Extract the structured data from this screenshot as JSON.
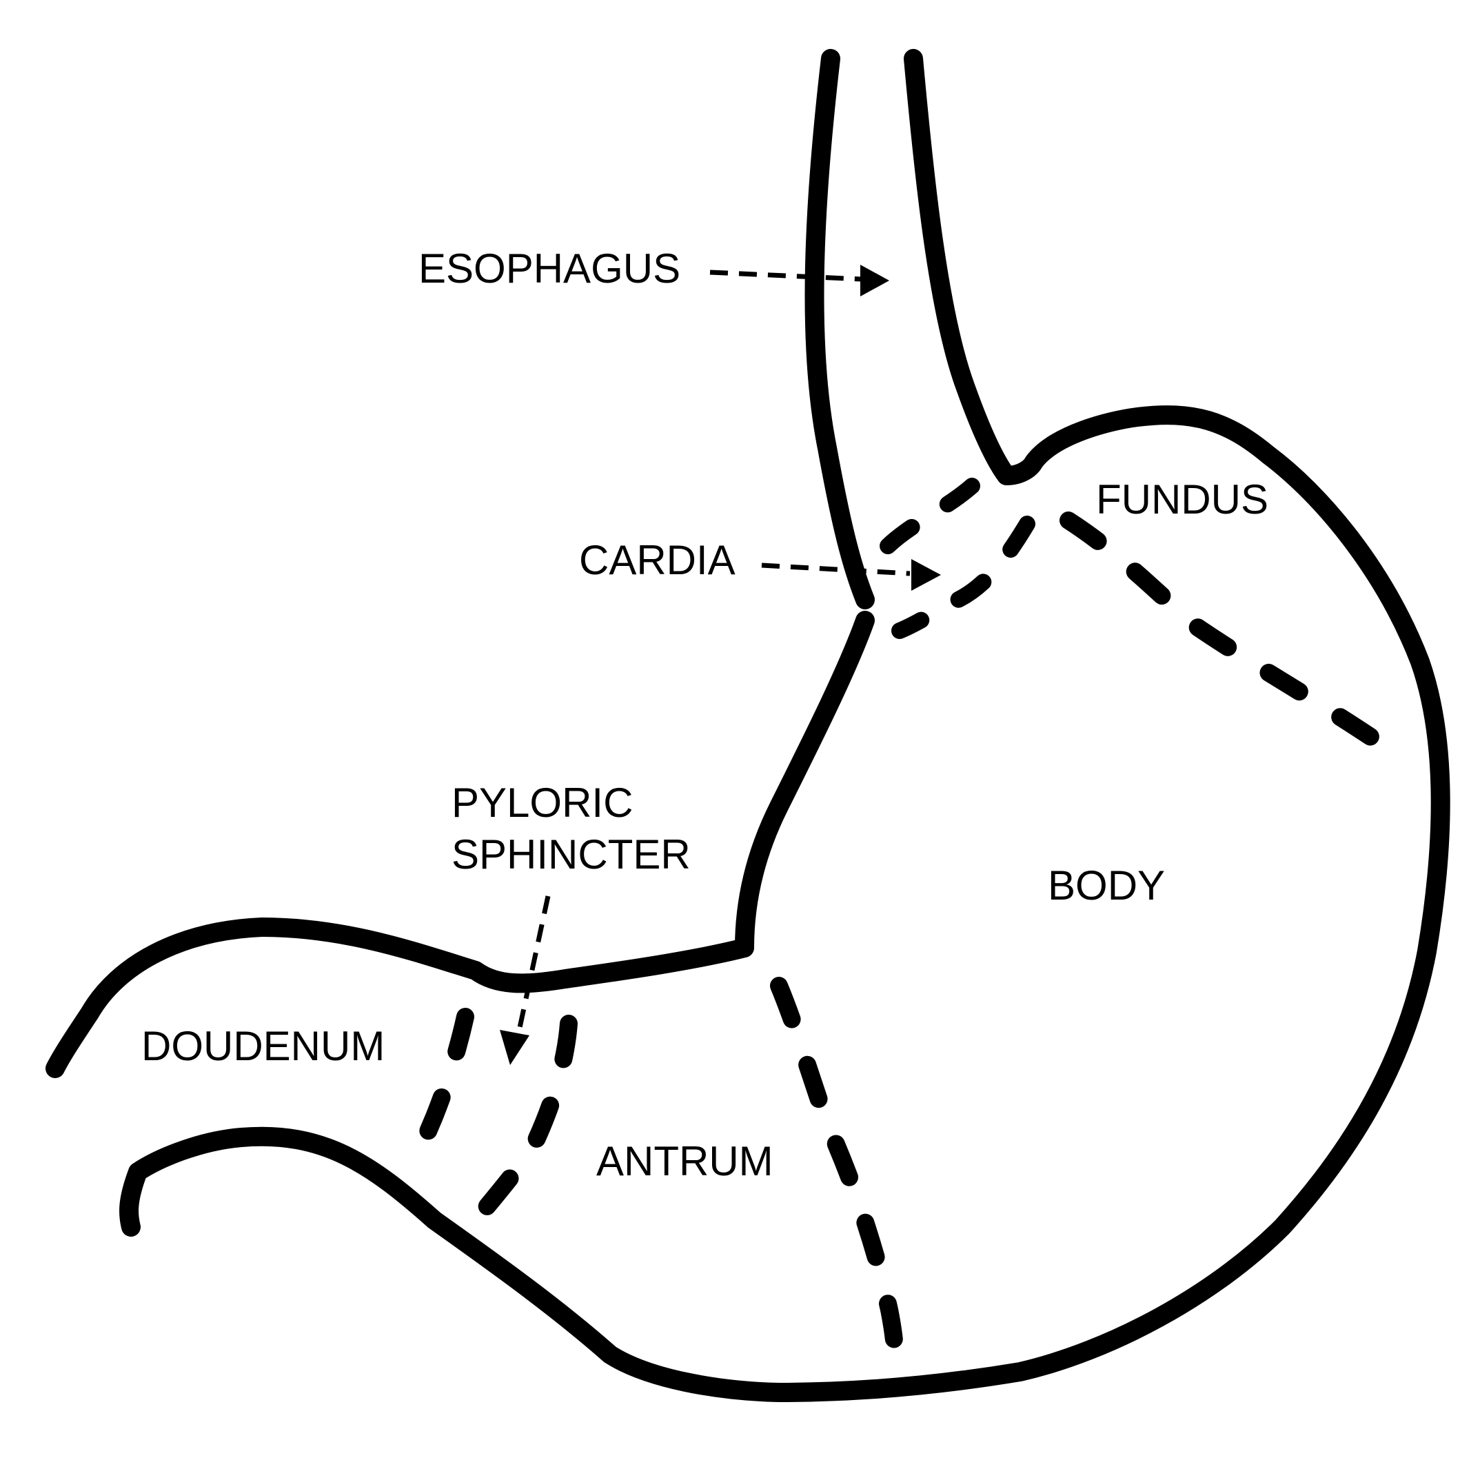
{
  "labels": {
    "esophagus": "ESOPHAGUS",
    "cardia": "CARDIA",
    "fundus": "FUNDUS",
    "body": "BODY",
    "pyloric_line1": "PYLORIC",
    "pyloric_line2": "SPHINCTER",
    "duodenum": "DOUDENUM",
    "antrum": "ANTRUM"
  },
  "colors": {
    "ink": "#000000",
    "background": "#ffffff"
  }
}
